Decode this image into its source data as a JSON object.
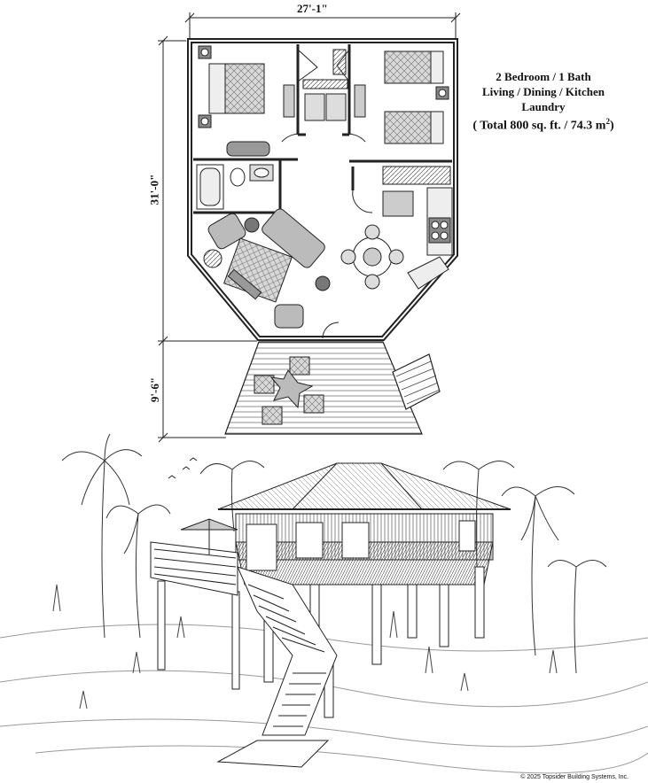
{
  "plan": {
    "width_dim": "27'-1\"",
    "depth_dim": "31'-0\"",
    "deck_dim": "9'-6\""
  },
  "info": {
    "line1": "2 Bedroom  / 1 Bath",
    "line2": "Living / Dining / Kitchen",
    "line3": "Laundry",
    "line4_prefix": "( Total 800 sq. ft. / 74.3 m",
    "line4_sup": "2",
    "line4_suffix": ")"
  },
  "copyright": "© 2025 Topsider Building Systems, Inc.",
  "colors": {
    "line": "#1a1a1a",
    "wall_fill": "#8a8a8a",
    "fabric": "#cfcfcf"
  }
}
